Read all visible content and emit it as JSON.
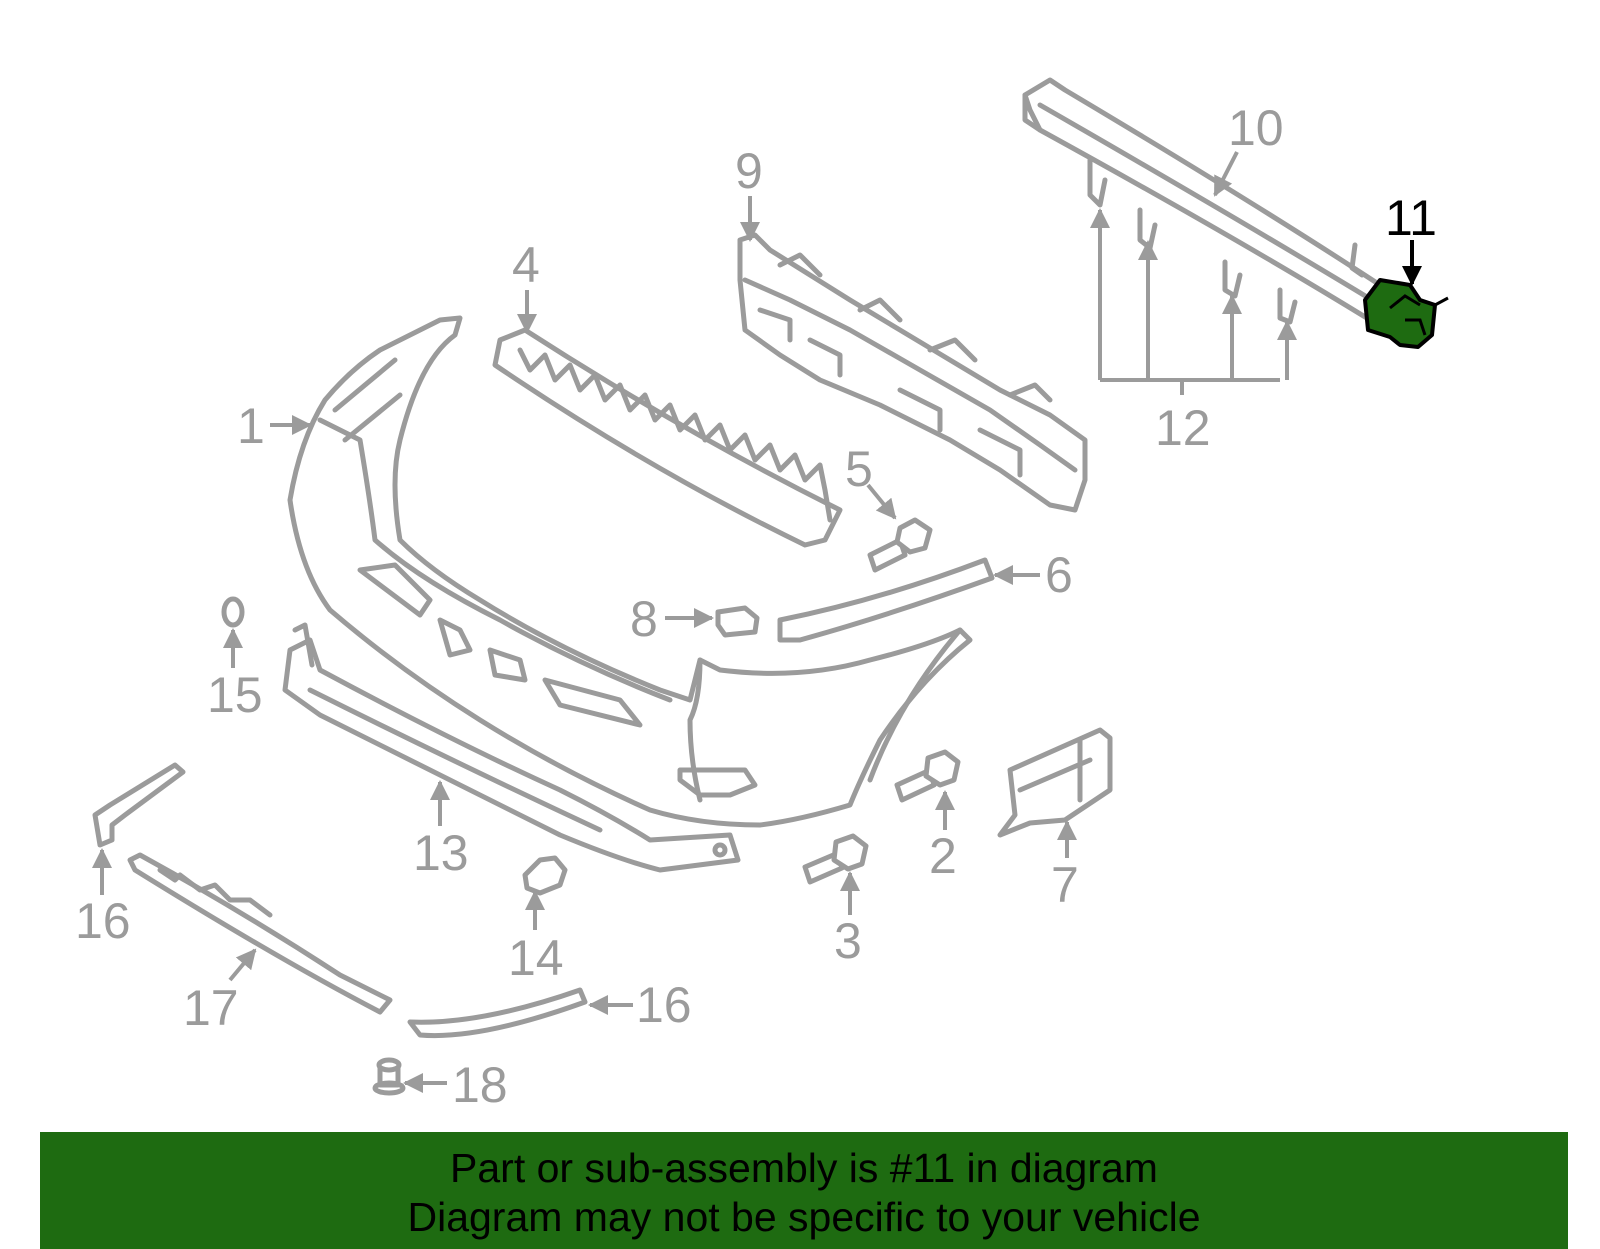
{
  "callouts": {
    "c1": "1",
    "c2": "2",
    "c3": "3",
    "c4": "4",
    "c5": "5",
    "c6": "6",
    "c7": "7",
    "c8": "8",
    "c9": "9",
    "c10": "10",
    "c11": "11",
    "c12": "12",
    "c13": "13",
    "c14": "14",
    "c15": "15",
    "c16a": "16",
    "c16b": "16",
    "c17": "17",
    "c18": "18"
  },
  "highlight": {
    "part_number": "11",
    "color": "#1e6b11"
  },
  "banner": {
    "line1": "Part or sub-assembly is #11 in diagram",
    "line2": "Diagram may not be specific to your vehicle"
  }
}
